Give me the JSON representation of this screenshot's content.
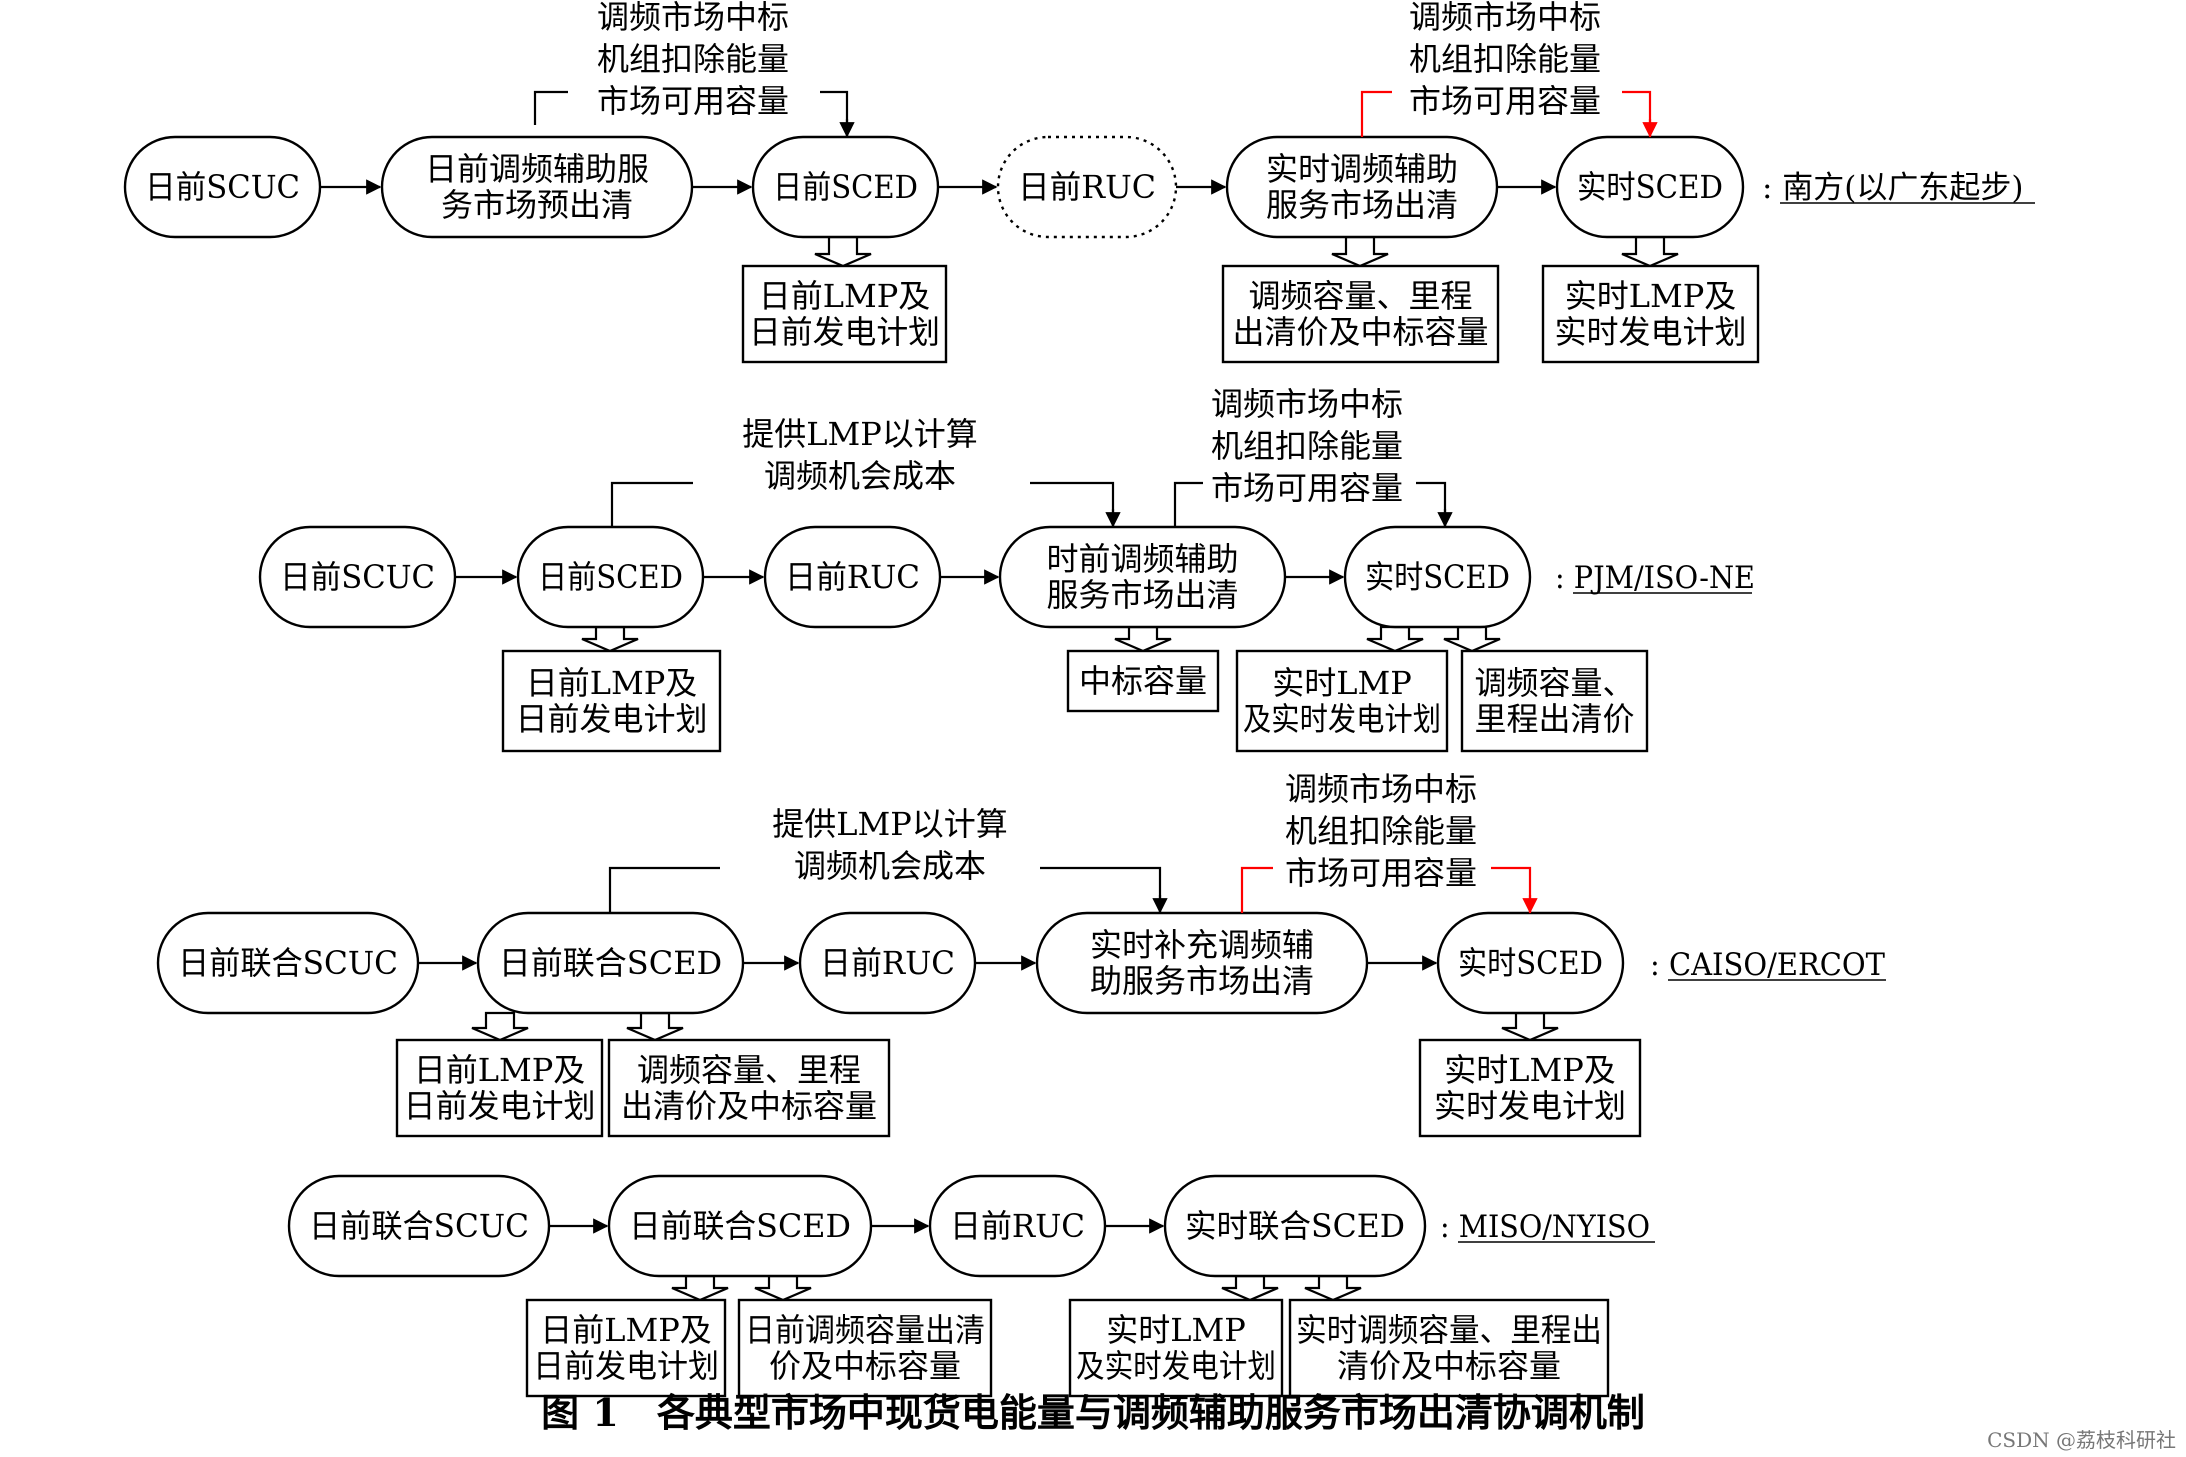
{
  "flows": [
    {
      "region": ": 南方(以广东起步)",
      "nodes": [
        "日前SCUC",
        "日前调频辅助服务市场预出清",
        "日前SCED",
        "日前RUC",
        "实时调频辅助服务市场出清",
        "实时SCED"
      ],
      "outputs": [
        "日前LMP及日前发电计划",
        "调频容量、里程出清价及中标容量",
        "实时LMP及实时发电计划"
      ],
      "notes": [
        "调频市场中标机组扣除能量市场可用容量",
        "调频市场中标机组扣除能量市场可用容量"
      ]
    },
    {
      "region": ": PJM/ISO-NE",
      "nodes": [
        "日前SCUC",
        "日前SCED",
        "日前RUC",
        "时前调频辅助服务市场出清",
        "实时SCED"
      ],
      "outputs": [
        "日前LMP及日前发电计划",
        "中标容量",
        "实时LMP及实时发电计划",
        "调频容量、里程出清价"
      ],
      "notes": [
        "提供LMP以计算调频机会成本",
        "调频市场中标机组扣除能量市场可用容量"
      ]
    },
    {
      "region": ": CAISO/ERCOT",
      "nodes": [
        "日前联合SCUC",
        "日前联合SCED",
        "日前RUC",
        "实时补充调频辅助服务市场出清",
        "实时SCED"
      ],
      "outputs": [
        "日前LMP及日前发电计划",
        "调频容量、里程出清价及中标容量",
        "实时LMP及实时发电计划"
      ],
      "notes": [
        "提供LMP以计算调频机会成本",
        "调频市场中标机组扣除能量市场可用容量"
      ]
    },
    {
      "region": ": MISO/NYISO",
      "nodes": [
        "日前联合SCUC",
        "日前联合SCED",
        "日前RUC",
        "实时联合SCED"
      ],
      "outputs": [
        "日前LMP及日前发电计划",
        "日前调频容量出清价及中标容量",
        "实时LMP及实时发电计划",
        "实时调频容量、里程出清价及中标容量"
      ],
      "notes": []
    }
  ],
  "caption": "图 1　各典型市场中现货电能量与调频辅助服务市场出清协调机制",
  "watermark": "CSDN @荔枝科研社",
  "colors": {
    "line": "#000000",
    "highlight": "#ff0000",
    "watermark": "#777777"
  }
}
